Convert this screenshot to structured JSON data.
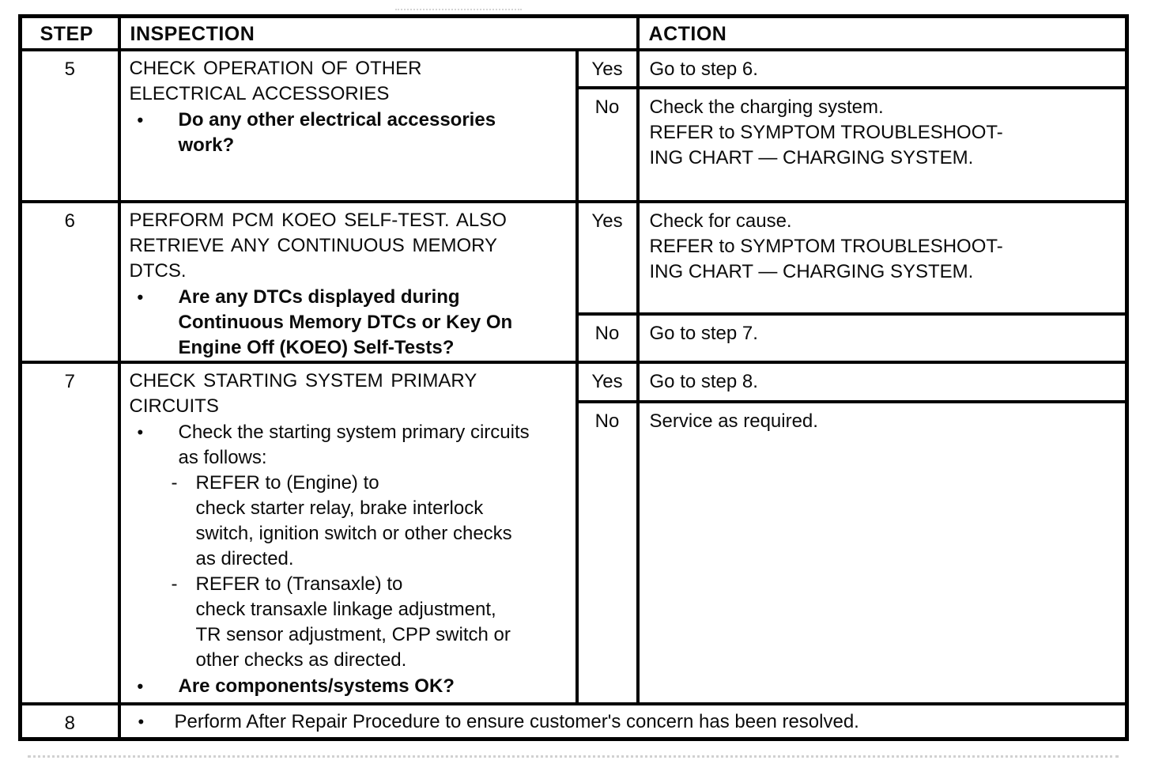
{
  "markers": {
    "bullet": "•",
    "dash": "-"
  },
  "header": {
    "step": "STEP",
    "inspection": "INSPECTION",
    "action": "ACTION"
  },
  "rows": [
    {
      "step": "5",
      "inspection": {
        "title": "CHECK OPERATION OF OTHER\nELECTRICAL ACCESSORIES",
        "question": "Do any other electrical accessories\nwork?"
      },
      "yes": {
        "label": "Yes",
        "action": "Go to step 6."
      },
      "no": {
        "label": "No",
        "action": "Check the charging system.\nREFER to SYMPTOM TROUBLESHOOT-\nING CHART — CHARGING SYSTEM."
      }
    },
    {
      "step": "6",
      "inspection": {
        "title": "PERFORM PCM KOEO SELF-TEST. ALSO\nRETRIEVE ANY CONTINUOUS MEMORY\nDTCS.",
        "question": "Are any DTCs displayed during\nContinuous Memory DTCs or Key On\nEngine Off (KOEO) Self-Tests?"
      },
      "yes": {
        "label": "Yes",
        "action": "Check for cause.\nREFER to SYMPTOM TROUBLESHOOT-\nING CHART — CHARGING SYSTEM."
      },
      "no": {
        "label": "No",
        "action": "Go to step 7."
      }
    },
    {
      "step": "7",
      "inspection": {
        "title": "CHECK STARTING SYSTEM PRIMARY\nCIRCUITS",
        "procedure": "Check the starting system primary circuits\nas follows:",
        "sub_items": [
          "REFER to (Engine) to\ncheck starter relay, brake interlock\nswitch, ignition switch or other checks\nas directed.",
          "REFER to (Transaxle) to\ncheck transaxle linkage adjustment,\nTR sensor adjustment, CPP switch or\nother checks as directed."
        ],
        "question": "Are components/systems OK?"
      },
      "yes": {
        "label": "Yes",
        "action": "Go to step 8."
      },
      "no": {
        "label": "No",
        "action": "Service as required."
      }
    }
  ],
  "final_row": {
    "step": "8",
    "text": "Perform After Repair Procedure to ensure customer's concern has been resolved."
  }
}
